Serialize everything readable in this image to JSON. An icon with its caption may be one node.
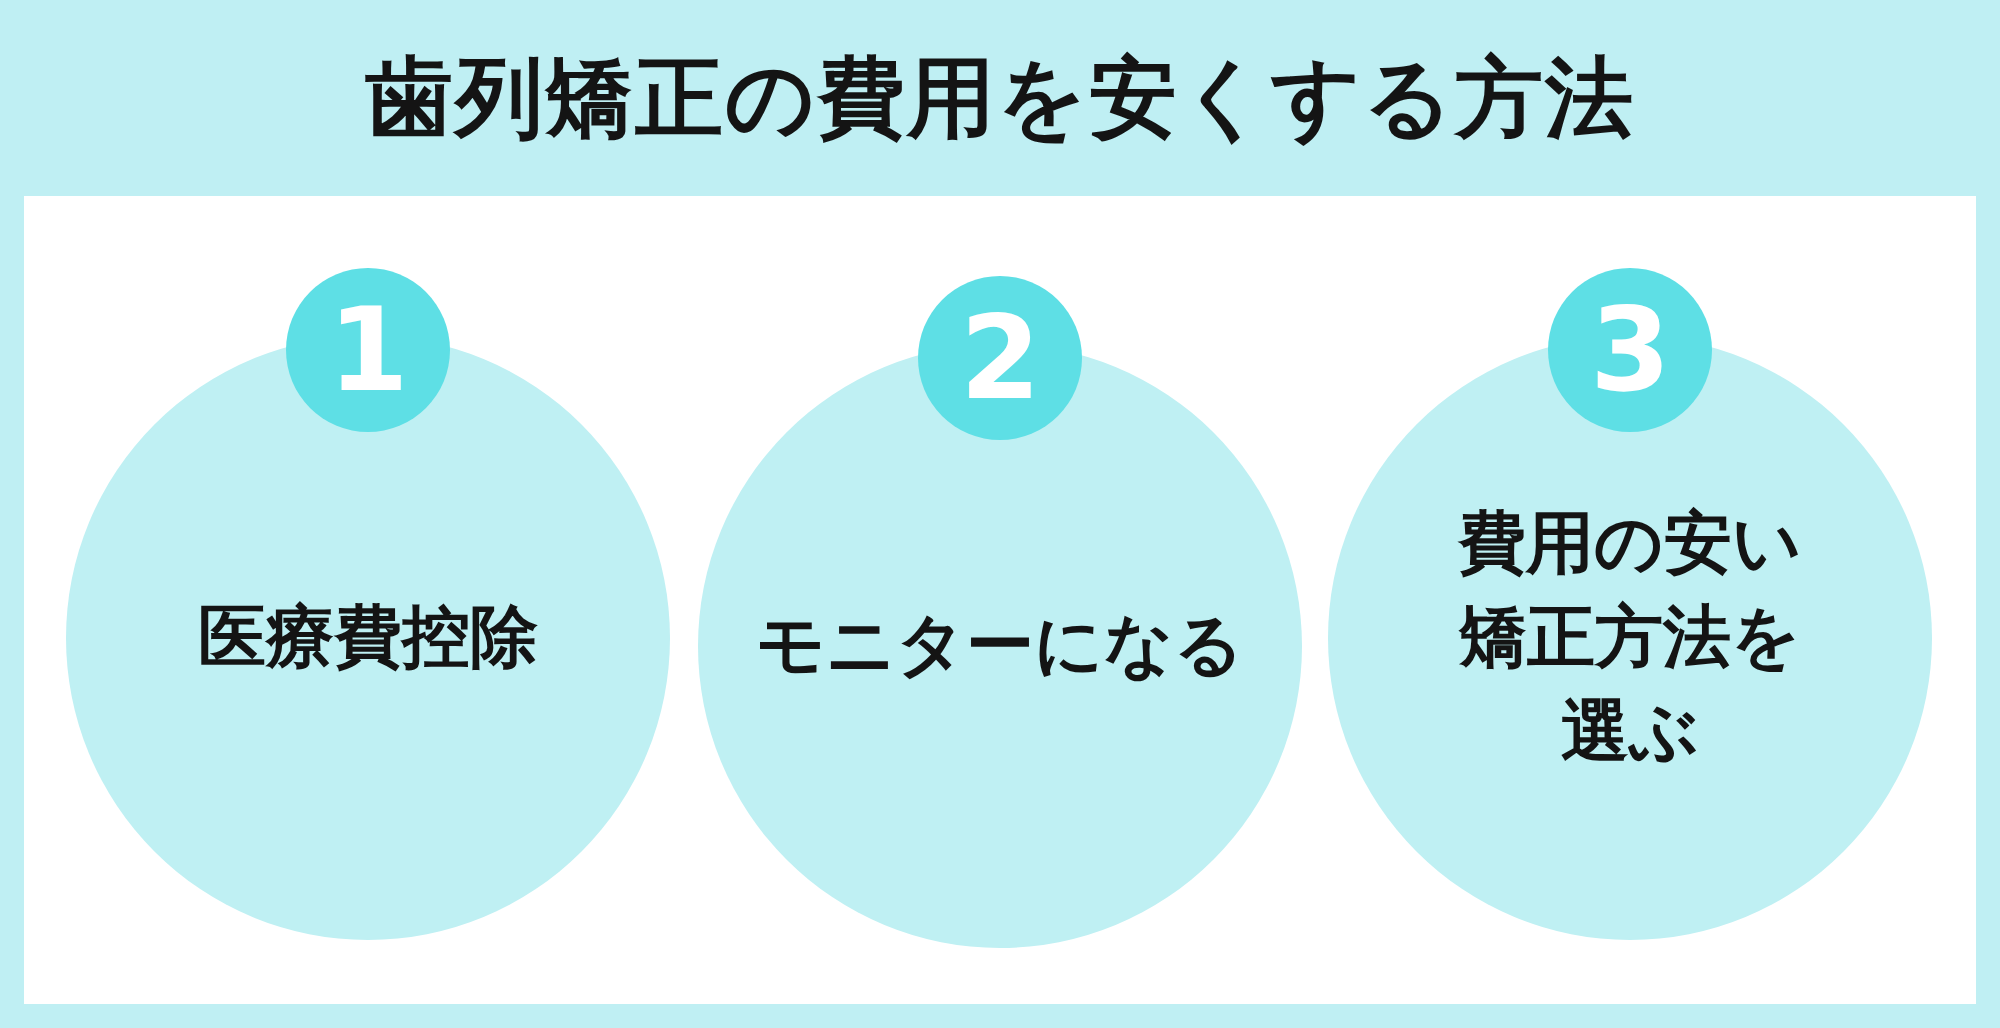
{
  "diagram": {
    "title": "歯列矯正の費用を安くする方法",
    "nodes": [
      {
        "text": [
          "1",
          "医療費控除"
        ]
      },
      {
        "text": [
          "2",
          "モニターになる"
        ]
      },
      {
        "text": [
          "3",
          "費用の安い矯正方法を選ぶ"
        ]
      }
    ]
  }
}
